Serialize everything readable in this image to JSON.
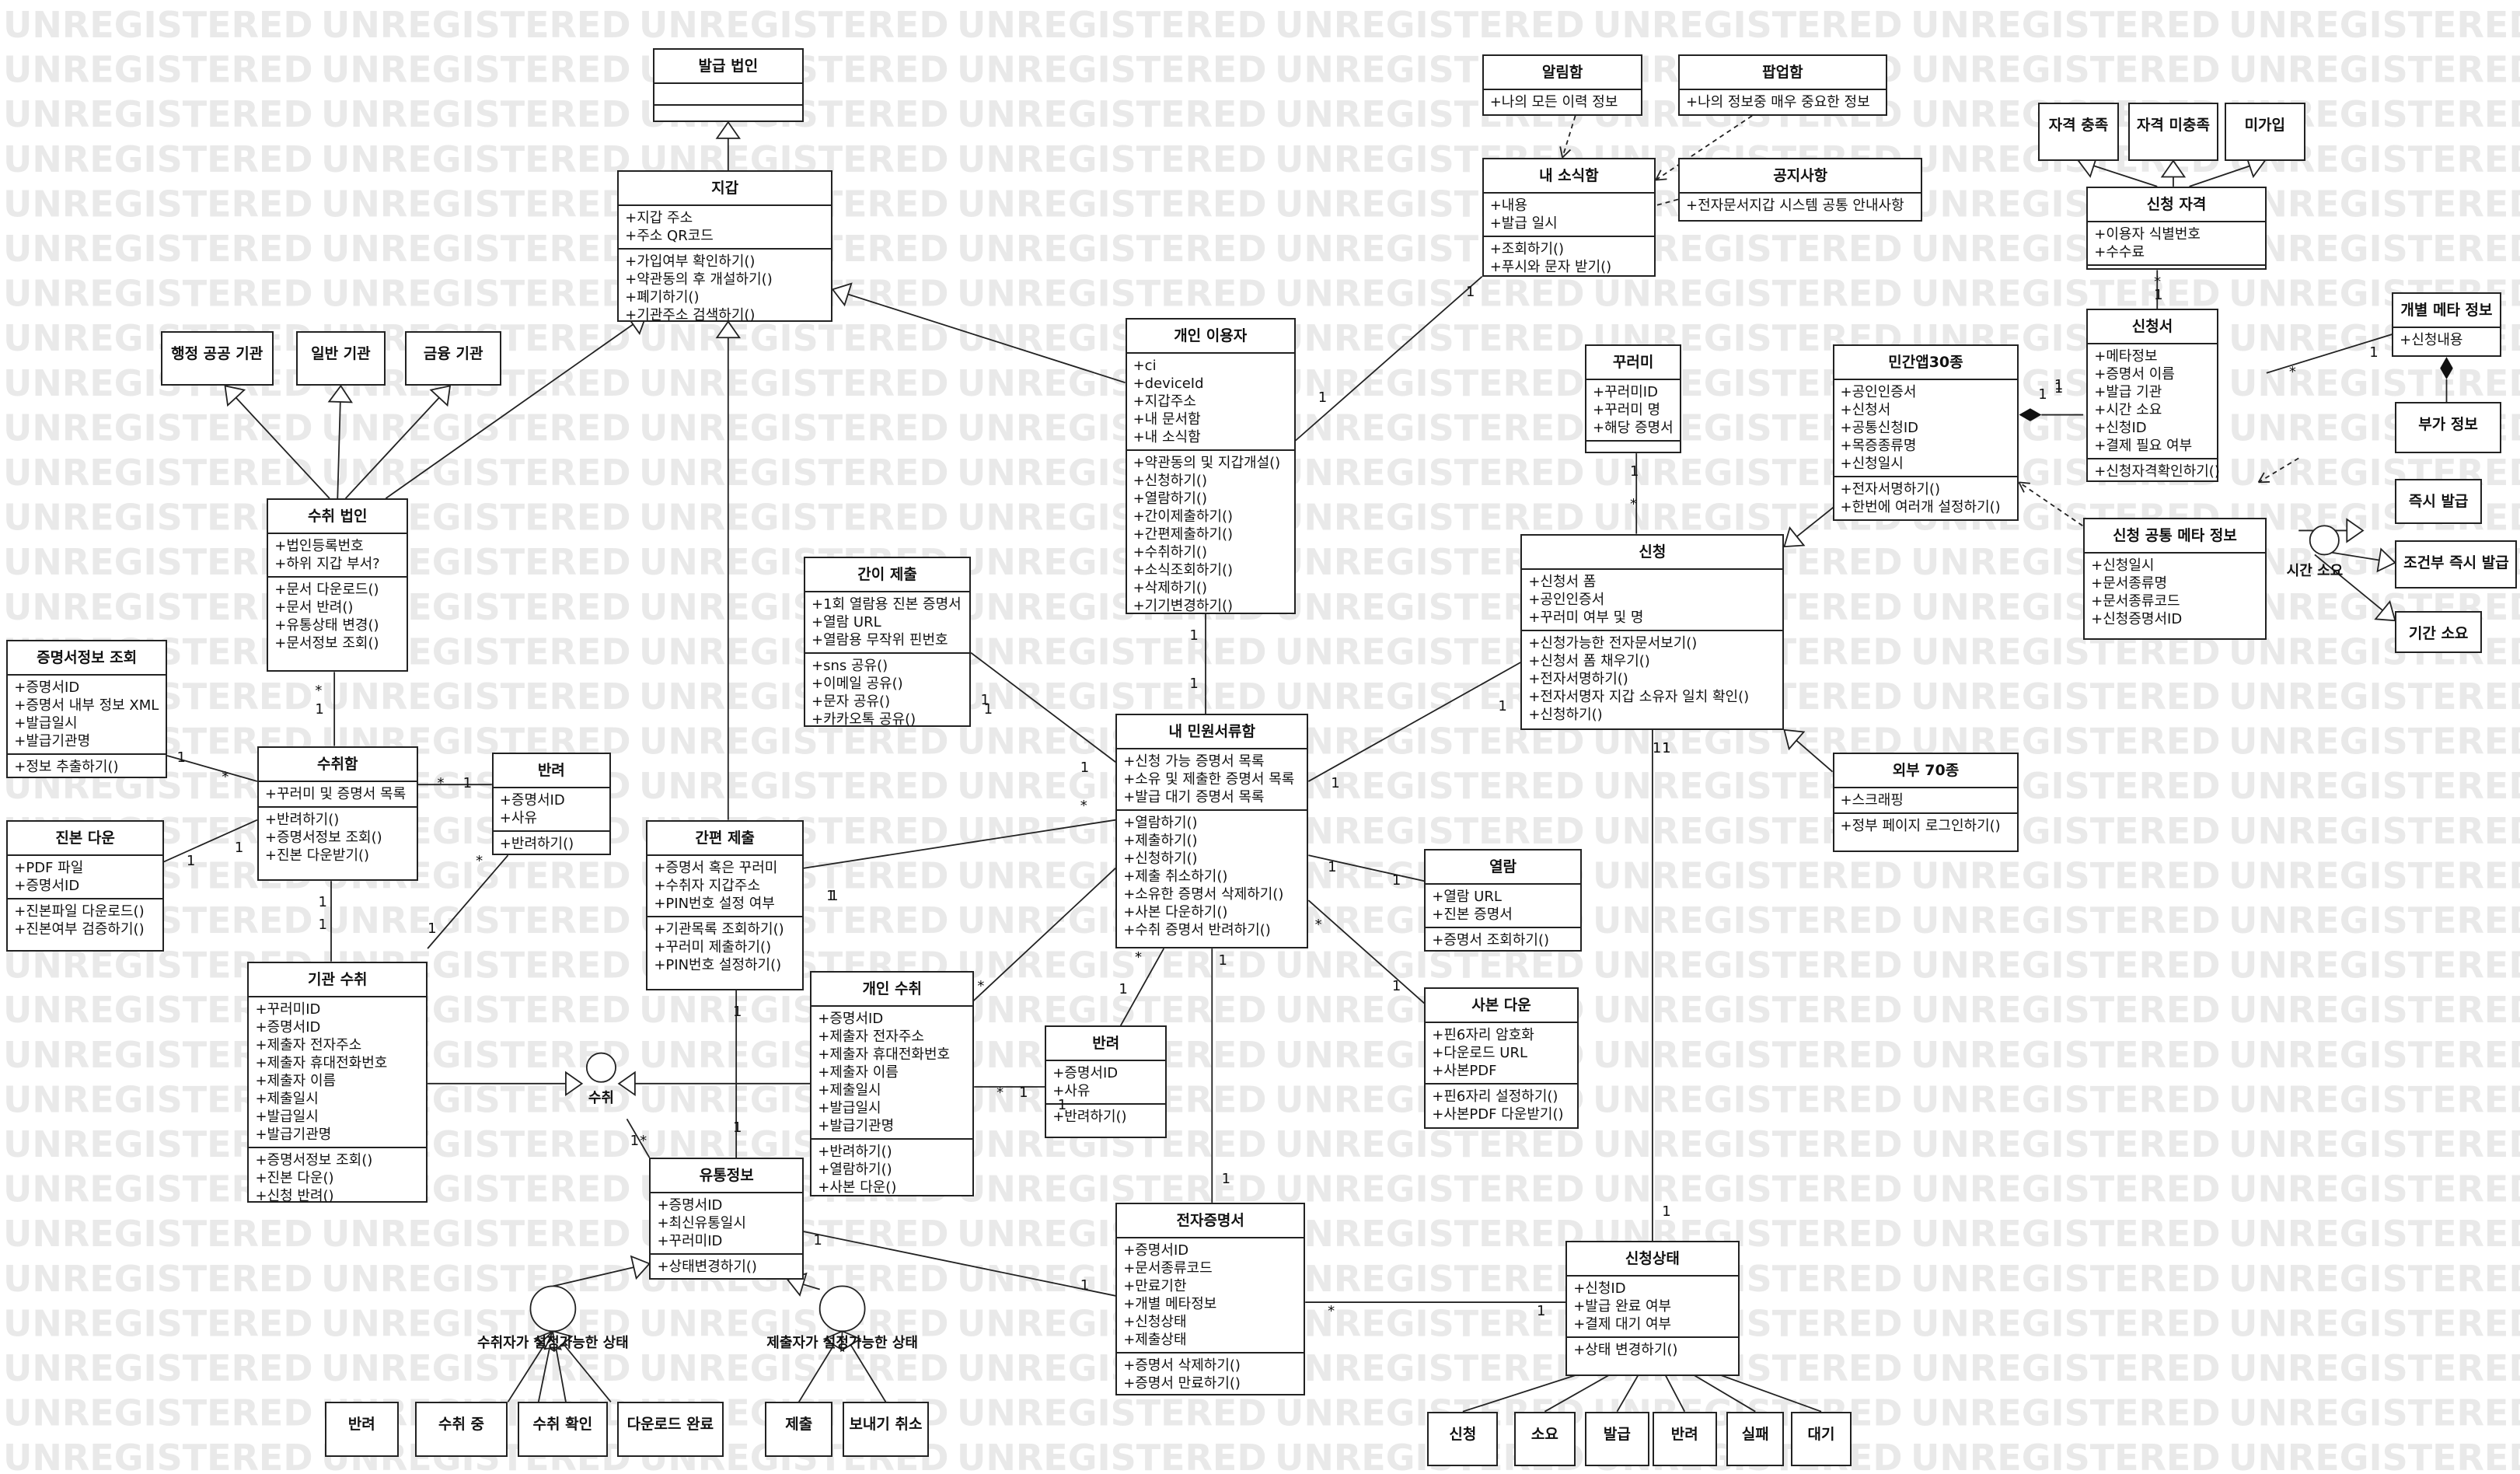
{
  "watermark": "UNREGISTERED",
  "classes": [
    {
      "id": "balgeup",
      "title": "발급 법인",
      "attrs": [],
      "ops": []
    },
    {
      "id": "jigap",
      "title": "지갑",
      "attrs": [
        "+지갑 주소",
        "+주소 QR코드"
      ],
      "ops": [
        "+가입여부 확인하기()",
        "+약관동의 후 개설하기()",
        "+폐기하기()",
        "+기관주소 검색하기()"
      ]
    },
    {
      "id": "haengjeong",
      "title": "행정 공공 기관",
      "attrs": null,
      "ops": null
    },
    {
      "id": "ilban",
      "title": "일반 기관",
      "attrs": null,
      "ops": null
    },
    {
      "id": "geumyung",
      "title": "금융 기관",
      "attrs": null,
      "ops": null
    },
    {
      "id": "suchwi_beobin",
      "title": "수취 법인",
      "attrs": [
        "+법인등록번호",
        "+하위 지갑 부서?"
      ],
      "ops": [
        "+문서 다운로드()",
        "+문서 반려()",
        "+유통상태 변경()",
        "+문서정보 조회()"
      ]
    },
    {
      "id": "jeungmyeong_jeongbo",
      "title": "증명서정보 조회",
      "attrs": [
        "+증명서ID",
        "+증명서 내부 정보 XML",
        "+발급일시",
        "+발급기관명"
      ],
      "ops": [
        "+정보 추출하기()"
      ]
    },
    {
      "id": "suchwiham",
      "title": "수취함",
      "attrs": [
        "+꾸러미 및 증명서 목록"
      ],
      "ops": [
        "+반려하기()",
        "+증명서정보 조회()",
        "+진본 다운받기()"
      ]
    },
    {
      "id": "banryeo1",
      "title": "반려",
      "attrs": [
        "+증명서ID",
        "+사유"
      ],
      "ops": [
        "+반려하기()"
      ]
    },
    {
      "id": "jinbon_daun",
      "title": "진본 다운",
      "attrs": [
        "+PDF 파일",
        "+증명서ID"
      ],
      "ops": [
        "+진본파일 다운로드()",
        "+진본여부 검증하기()"
      ]
    },
    {
      "id": "gigwan_suchwi",
      "title": "기관 수취",
      "attrs": [
        "+꾸러미ID",
        "+증명서ID",
        "+제출자 전자주소",
        "+제출자 휴대전화번호",
        "+제출자 이름",
        "+제출일시",
        "+발급일시",
        "+발급기관명"
      ],
      "ops": [
        "+증명서정보 조회()",
        "+진본 다운()",
        "+신청 반려()"
      ]
    },
    {
      "id": "ganpyeon_jechul",
      "title": "간편 제출",
      "attrs": [
        "+증명서 혹은 꾸러미",
        "+수취자 지갑주소",
        "+PIN번호 설정 여부"
      ],
      "ops": [
        "+기관목록 조회하기()",
        "+꾸러미 제출하기()",
        "+PIN번호 설정하기()"
      ]
    },
    {
      "id": "gani_jechul",
      "title": "간이 제출",
      "attrs": [
        "+1회 열람용 진본 증명서",
        "+열람 URL",
        "+열람용 무작위 핀번호"
      ],
      "ops": [
        "+sns 공유()",
        "+이메일 공유()",
        "+문자 공유()",
        "+카카오톡 공유()"
      ]
    },
    {
      "id": "gaein_iyongja",
      "title": "개인 이용자",
      "attrs": [
        "+ci",
        "+deviceId",
        "+지갑주소",
        "+내 문서함",
        "+내 소식함"
      ],
      "ops": [
        "+약관동의 및 지갑개설()",
        "+신청하기()",
        "+열람하기()",
        "+간이제출하기()",
        "+간편제출하기()",
        "+수취하기()",
        "+소식조회하기()",
        "+삭제하기()",
        "+기기변경하기()"
      ]
    },
    {
      "id": "allimham",
      "title": "알림함",
      "attrs": [
        "+나의 모든 이력 정보"
      ],
      "ops": null
    },
    {
      "id": "popupham",
      "title": "팝업함",
      "attrs": [
        "+나의 정보중 매우 중요한 정보"
      ],
      "ops": null
    },
    {
      "id": "gongjisahang",
      "title": "공지사항",
      "attrs": [
        "+전자문서지갑 시스템 공통 안내사항"
      ],
      "ops": null
    },
    {
      "id": "nae_sosikham",
      "title": "내 소식함",
      "attrs": [
        "+내용",
        "+발급 일시"
      ],
      "ops": [
        "+조회하기()",
        "+푸시와 문자 받기()"
      ]
    },
    {
      "id": "jagyeok_chungjok",
      "title": "자격 충족",
      "attrs": null,
      "ops": null
    },
    {
      "id": "jagyeok_michungjok",
      "title": "자격 미충족",
      "attrs": null,
      "ops": null
    },
    {
      "id": "migaip",
      "title": "미가입",
      "attrs": null,
      "ops": null
    },
    {
      "id": "sincheong_jagyeok",
      "title": "신청 자격",
      "attrs": [
        "+이용자 식별번호",
        "+수수료"
      ],
      "ops": []
    },
    {
      "id": "sincheongseo",
      "title": "신청서",
      "attrs": [
        "+메타정보",
        "+증명서 이름",
        "+발급 기관",
        "+시간 소요",
        "+신청ID",
        "+결제 필요 여부"
      ],
      "ops": [
        "+신청자격확인하기()"
      ]
    },
    {
      "id": "gaebyeol_meta",
      "title": "개별 메타 정보",
      "attrs": [
        "+신청내용"
      ],
      "ops": null
    },
    {
      "id": "buga_jeongbo",
      "title": "부가 정보",
      "attrs": null,
      "ops": null
    },
    {
      "id": "jeuksi_balgeup",
      "title": "즉시 발급",
      "attrs": null,
      "ops": null
    },
    {
      "id": "jogeonbu",
      "title": "조건부 즉시 발급",
      "attrs": null,
      "ops": null
    },
    {
      "id": "gigan_soyo",
      "title": "기간 소요",
      "attrs": null,
      "ops": null
    },
    {
      "id": "kkureomi",
      "title": "꾸러미",
      "attrs": [
        "+꾸러미ID",
        "+꾸러미 명",
        "+해당 증명서"
      ],
      "ops": []
    },
    {
      "id": "mingan_app",
      "title": "민간앱30종",
      "attrs": [
        "+공인인증서",
        "+신청서",
        "+공통신청ID",
        "+목증종류명",
        "+신청일시"
      ],
      "ops": [
        "+전자서명하기()",
        "+한번에 여러개 설정하기()"
      ]
    },
    {
      "id": "sincheong_gongtong",
      "title": "신청 공통 메타 정보",
      "attrs": [
        "+신청일시",
        "+문서종류명",
        "+문서종류코드",
        "+신청증명서ID"
      ],
      "ops": null
    },
    {
      "id": "sincheong",
      "title": "신청",
      "attrs": [
        "+신청서 폼",
        "+공인인증서",
        "+꾸러미 여부 및 명"
      ],
      "ops": [
        "+신청가능한 전자문서보기()",
        "+신청서 폼 채우기()",
        "+전자서명하기()",
        "+전자서명자 지갑 소유자 일치 확인()",
        "+신청하기()"
      ]
    },
    {
      "id": "oebu",
      "title": "외부 70종",
      "attrs": [
        "+스크래핑"
      ],
      "ops": [
        "+정부 페이지 로그인하기()"
      ]
    },
    {
      "id": "nae_minwon",
      "title": "내 민원서류함",
      "attrs": [
        "+신청 가능 증명서 목록",
        "+소유 및 제출한 증명서 목록",
        "+발급 대기 증명서 목록"
      ],
      "ops": [
        "+열람하기()",
        "+제출하기()",
        "+신청하기()",
        "+제출 취소하기()",
        "+소유한 증명서 삭제하기()",
        "+사본 다운하기()",
        "+수취 증명서 반려하기()"
      ]
    },
    {
      "id": "yeollam",
      "title": "열람",
      "attrs": [
        "+열람 URL",
        "+진본 증명서"
      ],
      "ops": [
        "+증명서 조회하기()"
      ]
    },
    {
      "id": "sabon_daun",
      "title": "사본 다운",
      "attrs": [
        "+핀6자리 암호화",
        "+다운로드 URL",
        "+사본PDF"
      ],
      "ops": [
        "+핀6자리 설정하기()",
        "+사본PDF 다운받기()"
      ]
    },
    {
      "id": "gaein_suchwi",
      "title": "개인 수취",
      "attrs": [
        "+증명서ID",
        "+제출자 전자주소",
        "+제출자 휴대전화번호",
        "+제출자 이름",
        "+제출일시",
        "+발급일시",
        "+발급기관명"
      ],
      "ops": [
        "+반려하기()",
        "+열람하기()",
        "+사본 다운()"
      ]
    },
    {
      "id": "banryeo2",
      "title": "반려",
      "attrs": [
        "+증명서ID",
        "+사유"
      ],
      "ops": [
        "+반려하기()"
      ]
    },
    {
      "id": "yutong",
      "title": "유통정보",
      "attrs": [
        "+증명서ID",
        "+최신유통일시",
        "+꾸러미ID"
      ],
      "ops": [
        "+상태변경하기()"
      ]
    },
    {
      "id": "jeonja",
      "title": "전자증명서",
      "attrs": [
        "+증명서ID",
        "+문서종류코드",
        "+만료기한",
        "+개별 메타정보",
        "+신청상태",
        "+제출상태"
      ],
      "ops": [
        "+증명서 삭제하기()",
        "+증명서 만료하기()"
      ]
    },
    {
      "id": "sincheong_sangtae",
      "title": "신청상태",
      "attrs": [
        "+신청ID",
        "+발급 완료 여부",
        "+결제 대기 여부"
      ],
      "ops": [
        "+상태 변경하기()"
      ]
    },
    {
      "id": "s_banryeo",
      "title": "반려",
      "attrs": null,
      "ops": null
    },
    {
      "id": "s_suchwijung",
      "title": "수취 중",
      "attrs": null,
      "ops": null
    },
    {
      "id": "s_suchwihwagin",
      "title": "수취 확인",
      "attrs": null,
      "ops": null
    },
    {
      "id": "s_daunload",
      "title": "다운로드 완료",
      "attrs": null,
      "ops": null
    },
    {
      "id": "s_jechul",
      "title": "제출",
      "attrs": null,
      "ops": null
    },
    {
      "id": "s_bonaegi",
      "title": "보내기 취소",
      "attrs": null,
      "ops": null
    },
    {
      "id": "t_sincheong",
      "title": "신청",
      "attrs": null,
      "ops": null
    },
    {
      "id": "t_soyo",
      "title": "소요",
      "attrs": null,
      "ops": null
    },
    {
      "id": "t_balgeup",
      "title": "발급",
      "attrs": null,
      "ops": null
    },
    {
      "id": "t_banryeo",
      "title": "반려",
      "attrs": null,
      "ops": null
    },
    {
      "id": "t_silpae",
      "title": "실패",
      "attrs": null,
      "ops": null
    },
    {
      "id": "t_daegi",
      "title": "대기",
      "attrs": null,
      "ops": null
    }
  ],
  "interfaces": [
    {
      "id": "i_suchwi",
      "label": "수취"
    },
    {
      "id": "i_sigan",
      "label": "시간 소요"
    },
    {
      "id": "i_suchwija",
      "label": "수취자가 설정가능한 상태"
    },
    {
      "id": "i_jechulja",
      "label": "제출자가 설정가능한 상태"
    }
  ],
  "multiplicities": [
    "1",
    "1",
    "*",
    "1",
    "1",
    "*",
    "1",
    "1",
    "1",
    "*",
    "1",
    "1",
    "1",
    "1",
    "1",
    "1",
    "1",
    "1",
    "*",
    "1",
    "1",
    "1",
    "*",
    "*",
    "1",
    "*",
    "1",
    "1",
    "*",
    "1",
    "1",
    "1",
    "1",
    "*",
    "1",
    "1",
    "1",
    "*",
    "1",
    "1",
    "*",
    "1",
    "1",
    "*",
    "1",
    "1",
    "1",
    "*",
    "1",
    "1",
    "1",
    "1",
    "*",
    "1",
    "1",
    "1",
    "1",
    "1"
  ]
}
